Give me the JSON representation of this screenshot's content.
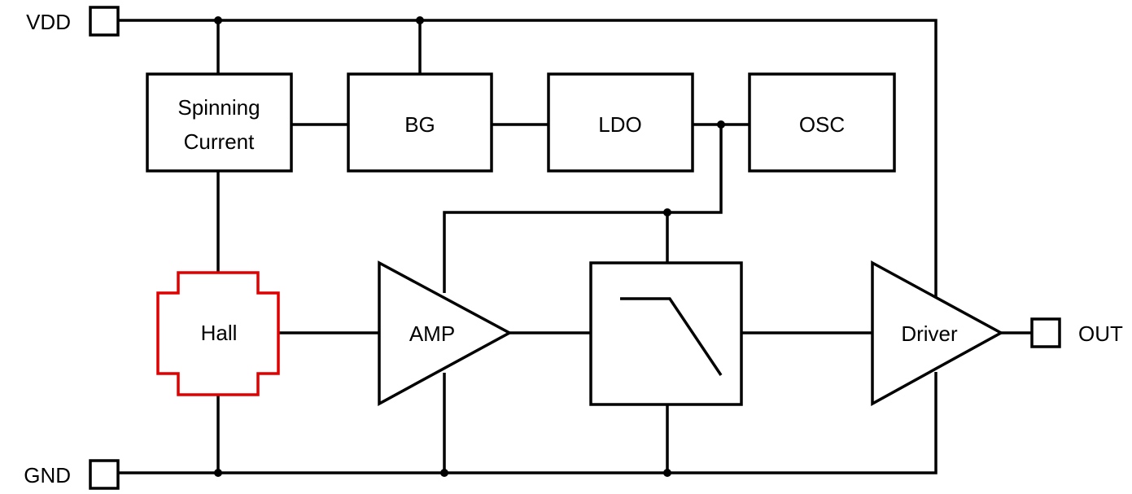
{
  "pins": {
    "vdd": "VDD",
    "gnd": "GND",
    "out": "OUT"
  },
  "blocks": {
    "spinning_current_line1": "Spinning",
    "spinning_current_line2": "Current",
    "bg": "BG",
    "ldo": "LDO",
    "osc": "OSC",
    "hall": "Hall",
    "amp": "AMP",
    "driver": "Driver"
  },
  "colors": {
    "wire": "#000000",
    "hall_outline": "#e00000",
    "background": "#ffffff"
  }
}
